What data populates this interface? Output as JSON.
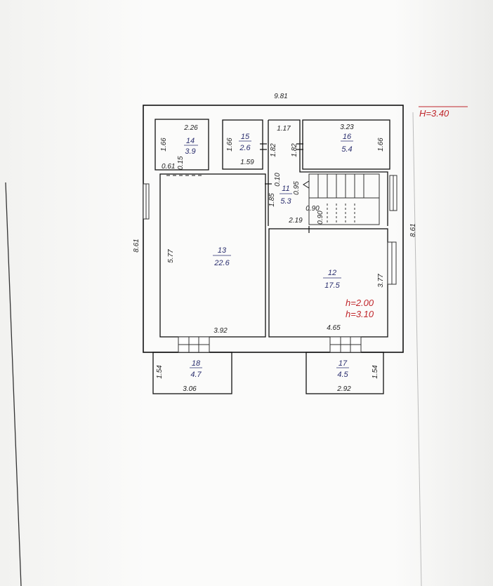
{
  "plan": {
    "height_mark": "H=3.40",
    "outer": {
      "width_label": "9.81",
      "left_label": "8.61",
      "right_label": "8.61"
    },
    "rooms": [
      {
        "id": "r14",
        "number": "14",
        "area": "3.9",
        "dims": [
          "2.26",
          "1.66"
        ]
      },
      {
        "id": "r15",
        "number": "15",
        "area": "2.6",
        "dims": [
          "1.66",
          "1.59"
        ]
      },
      {
        "id": "r16",
        "number": "16",
        "area": "5.4",
        "dims": [
          "3.23",
          "1.66"
        ]
      },
      {
        "id": "r11",
        "number": "11",
        "area": "5.3",
        "dims": [
          "1.85",
          "0.10"
        ]
      },
      {
        "id": "r13",
        "number": "13",
        "area": "22.6",
        "dims": [
          "5.77",
          "3.92"
        ]
      },
      {
        "id": "r12",
        "number": "12",
        "area": "17.5",
        "dims": [
          "3.77",
          "4.65"
        ]
      },
      {
        "id": "r18",
        "number": "18",
        "area": "4.7",
        "dims": [
          "1.54",
          "3.06"
        ]
      },
      {
        "id": "r17",
        "number": "17",
        "area": "4.5",
        "dims": [
          "1.54",
          "2.92"
        ]
      }
    ],
    "misc_dims": {
      "d061": "0.61",
      "d015": "0.15",
      "d117": "1.17",
      "d182a": "1.82",
      "d182b": "1.82",
      "d095": "0.95",
      "d090a": "0.90",
      "d090b": "0.90",
      "d219": "2.19",
      "d166r": "1.66"
    },
    "room12_heights": [
      "h=2.00",
      "h=3.10"
    ]
  }
}
